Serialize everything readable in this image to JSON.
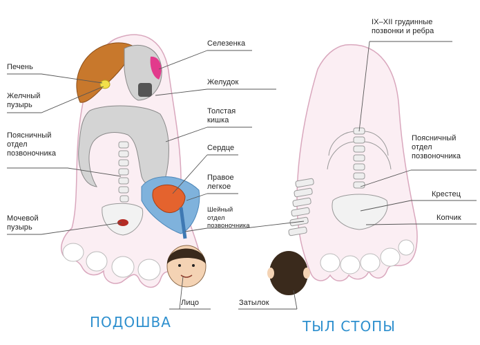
{
  "labels": {
    "pechen": "Печень",
    "zhelchny": "Желчный\nпузырь",
    "poyasnichny_left": "Поясничный\nотдел\nпозвоночника",
    "mochevoy": "Мочевой\nпузырь",
    "selezenka": "Селезенка",
    "zheludok": "Желудок",
    "tolstaya": "Толстая\nкишка",
    "serdtse": "Сердце",
    "pravoe": "Правое\nлегкое",
    "sheyny": "Шейный\nотдел\nпозвоночника",
    "litso": "Лицо",
    "grudnye": "IX–XII грудинные\nпозвонки и ребра",
    "poyasnichny_right": "Поясничный\nотдел\nпозвоночника",
    "krestets": "Крестец",
    "kopchik": "Копчик",
    "zatylok": "Затылок"
  },
  "captions": {
    "sole": "ПОДОШВА",
    "back": "ТЫЛ СТОПЫ"
  },
  "colors": {
    "foot_fill": "#fbeef3",
    "foot_stroke": "#d9a7bd",
    "liver": "#c8782c",
    "gallbladder": "#f2e04a",
    "spleen": "#e23a8c",
    "organ_grey": "#d2d2d2",
    "heart": "#e4632e",
    "lung": "#7fb2dc",
    "bladder": "#b32b24",
    "hair": "#3a2a1c",
    "skin": "#f4d3b4",
    "caption_blue": "#2d8fce"
  }
}
